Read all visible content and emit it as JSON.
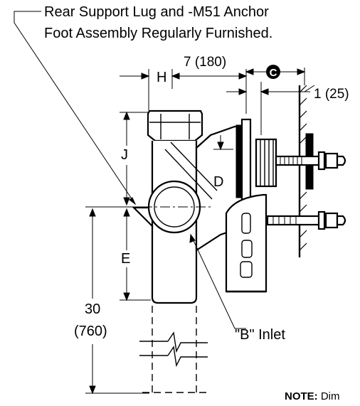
{
  "callout_note": {
    "line1": "Rear Support Lug and -M51 Anchor",
    "line2": "Foot Assembly Regularly Furnished."
  },
  "dimensions": {
    "horizontal_main": "7 (180)",
    "h_label": "H",
    "c_label": "C",
    "wall_offset": "1 (25)",
    "j_label": "J",
    "d_label": "D",
    "e_label": "E",
    "height_inch": "30",
    "height_mm": "(760)"
  },
  "inlet_label": "\"B\" Inlet",
  "footnote": {
    "bold": "NOTE:",
    "text": " Dim"
  }
}
